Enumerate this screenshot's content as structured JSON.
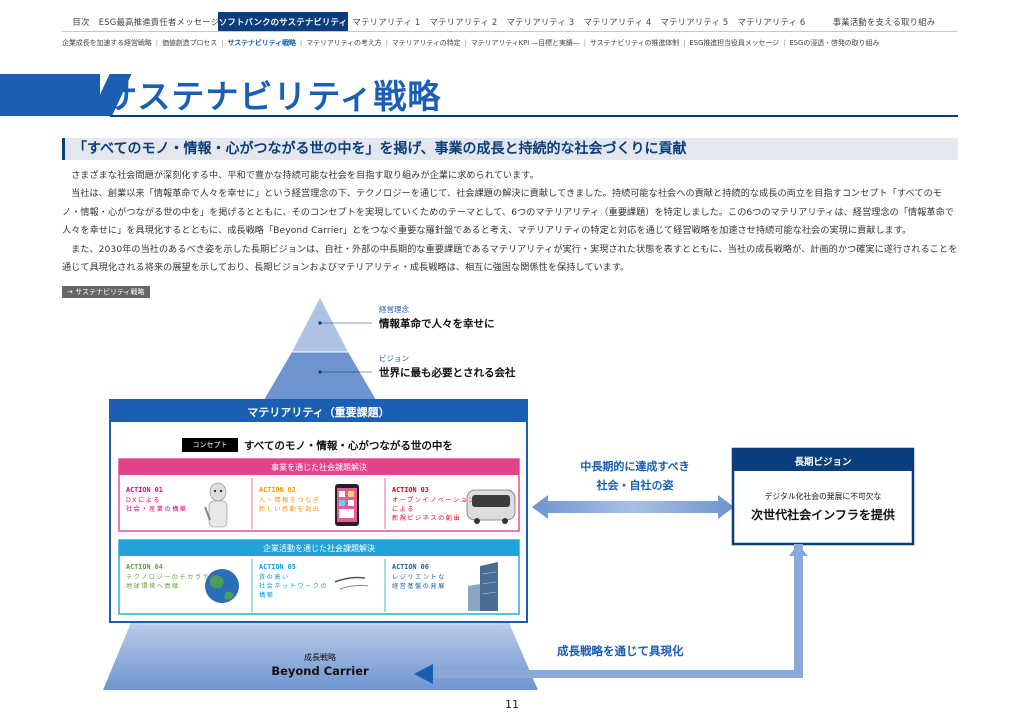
{
  "nav": {
    "items": [
      {
        "label": "目次",
        "w": 38
      },
      {
        "label": "ESG最高推進責任者メッセージ",
        "w": 118
      },
      {
        "label": "ソフトバンクのサステナビリティ",
        "w": 130,
        "active": true
      },
      {
        "label": "マテリアリティ 1",
        "w": 77
      },
      {
        "label": "マテリアリティ 2",
        "w": 77
      },
      {
        "label": "マテリアリティ 3",
        "w": 77
      },
      {
        "label": "マテリアリティ 4",
        "w": 77
      },
      {
        "label": "マテリアリティ 5",
        "w": 77
      },
      {
        "label": "マテリアリティ 6",
        "w": 77
      },
      {
        "label": "事業活動を支える取り組み",
        "w": 148
      }
    ]
  },
  "subnav": {
    "items": [
      {
        "label": "企業成長を加速する経営戦略"
      },
      {
        "label": "価値創造プロセス"
      },
      {
        "label": "サステナビリティ戦略",
        "active": true
      },
      {
        "label": "マテリアリティの考え方"
      },
      {
        "label": "マテリアリティの特定"
      },
      {
        "label": "マテリアリティKPI ―目標と実績―"
      },
      {
        "label": "サステナビリティの推進体制"
      },
      {
        "label": "ESG推進担当役員メッセージ"
      },
      {
        "label": "ESGの浸透・啓発の取り組み"
      }
    ]
  },
  "page_title": "サステナビリティ戦略",
  "headline": "「すべてのモノ・情報・心がつながる世の中を」を掲げ、事業の成長と持続的な社会づくりに貢献",
  "body": {
    "p1": "さまざまな社会問題が深刻化する中、平和で豊かな持続可能な社会を目指す取り組みが企業に求められています。",
    "p2": "当社は、創業以来「情報革命で人々を幸せに」という経営理念の下、テクノロジーを通じて、社会課題の解決に貢献してきました。持続可能な社会への貢献と持続的な成長の両立を目指すコンセプト「すべてのモノ・情報・心がつながる世の中を」を掲げるとともに、そのコンセプトを実現していくためのテーマとして、6つのマテリアリティ（重要課題）を特定しました。この6つのマテリアリティは、経営理念の「情報革命で人々を幸せに」を具現化するとともに、成長戦略「Beyond Carrier」とをつなぐ重要な羅針盤であると考え、マテリアリティの特定と対応を通じて経営戦略を加速させ持続可能な社会の実現に貢献します。",
    "p3": "また、2030年の当社のあるべき姿を示した長期ビジョンは、自社・外部の中長期的な重要課題であるマテリアリティが実行・実現された状態を表すとともに、当社の成長戦略が、計画的かつ確実に遂行されることを通じて具現化される将来の展望を示しており、長期ビジョンおよびマテリアリティ・成長戦略は、相互に強固な関係性を保持しています。"
  },
  "link_tag": "→ サステナビリティ戦略",
  "diagram": {
    "philosophy_caption": "経営理念",
    "philosophy": "情報革命で人々を幸せに",
    "vision_caption": "ビジョン",
    "vision": "世界に最も必要とされる会社",
    "materiality_title": "マテリアリティ（重要課題）",
    "concept_tag": "コンセプト",
    "concept": "すべてのモノ・情報・心がつながる世の中を",
    "business_header": "事業を通じた社会課題解決",
    "corporate_header": "企業活動を通じた社会課題解決",
    "actions": [
      {
        "title": "ACTION 01",
        "text": "DXによる\n社会・産業の構築",
        "color": "#e6007e"
      },
      {
        "title": "ACTION 02",
        "text": "人・情報をつなぎ\n新しい感動を創出",
        "color": "#f39800"
      },
      {
        "title": "ACTION 03",
        "text": "オープンイノベーション\nによる\n新規ビジネスの創出",
        "color": "#e60012"
      },
      {
        "title": "ACTION 04",
        "text": "テクノロジーのチカラで\n地球環境へ貢献",
        "color": "#5ba33b"
      },
      {
        "title": "ACTION 05",
        "text": "質の高い\n社会ネットワークの\n構築",
        "color": "#00a0e9"
      },
      {
        "title": "ACTION 06",
        "text": "レジリエントな\n経営基盤の発展",
        "color": "#1a5fb4"
      }
    ],
    "mid_arrow_label_1": "中長期的に達成すべき",
    "mid_arrow_label_2": "社会・自社の姿",
    "longterm_title": "長期ビジョン",
    "longterm_sub": "デジタル化社会の発展に不可欠な",
    "longterm_main": "次世代社会インフラを提供",
    "growth_caption": "成長戦略",
    "growth": "Beyond Carrier",
    "bottom_arrow_label": "成長戦略を通じて具現化"
  },
  "page_number": "11",
  "colors": {
    "navy": "#0a3d7c",
    "blue": "#1a5fb4",
    "pink": "#e4428a",
    "cyan": "#1fa3d8"
  }
}
